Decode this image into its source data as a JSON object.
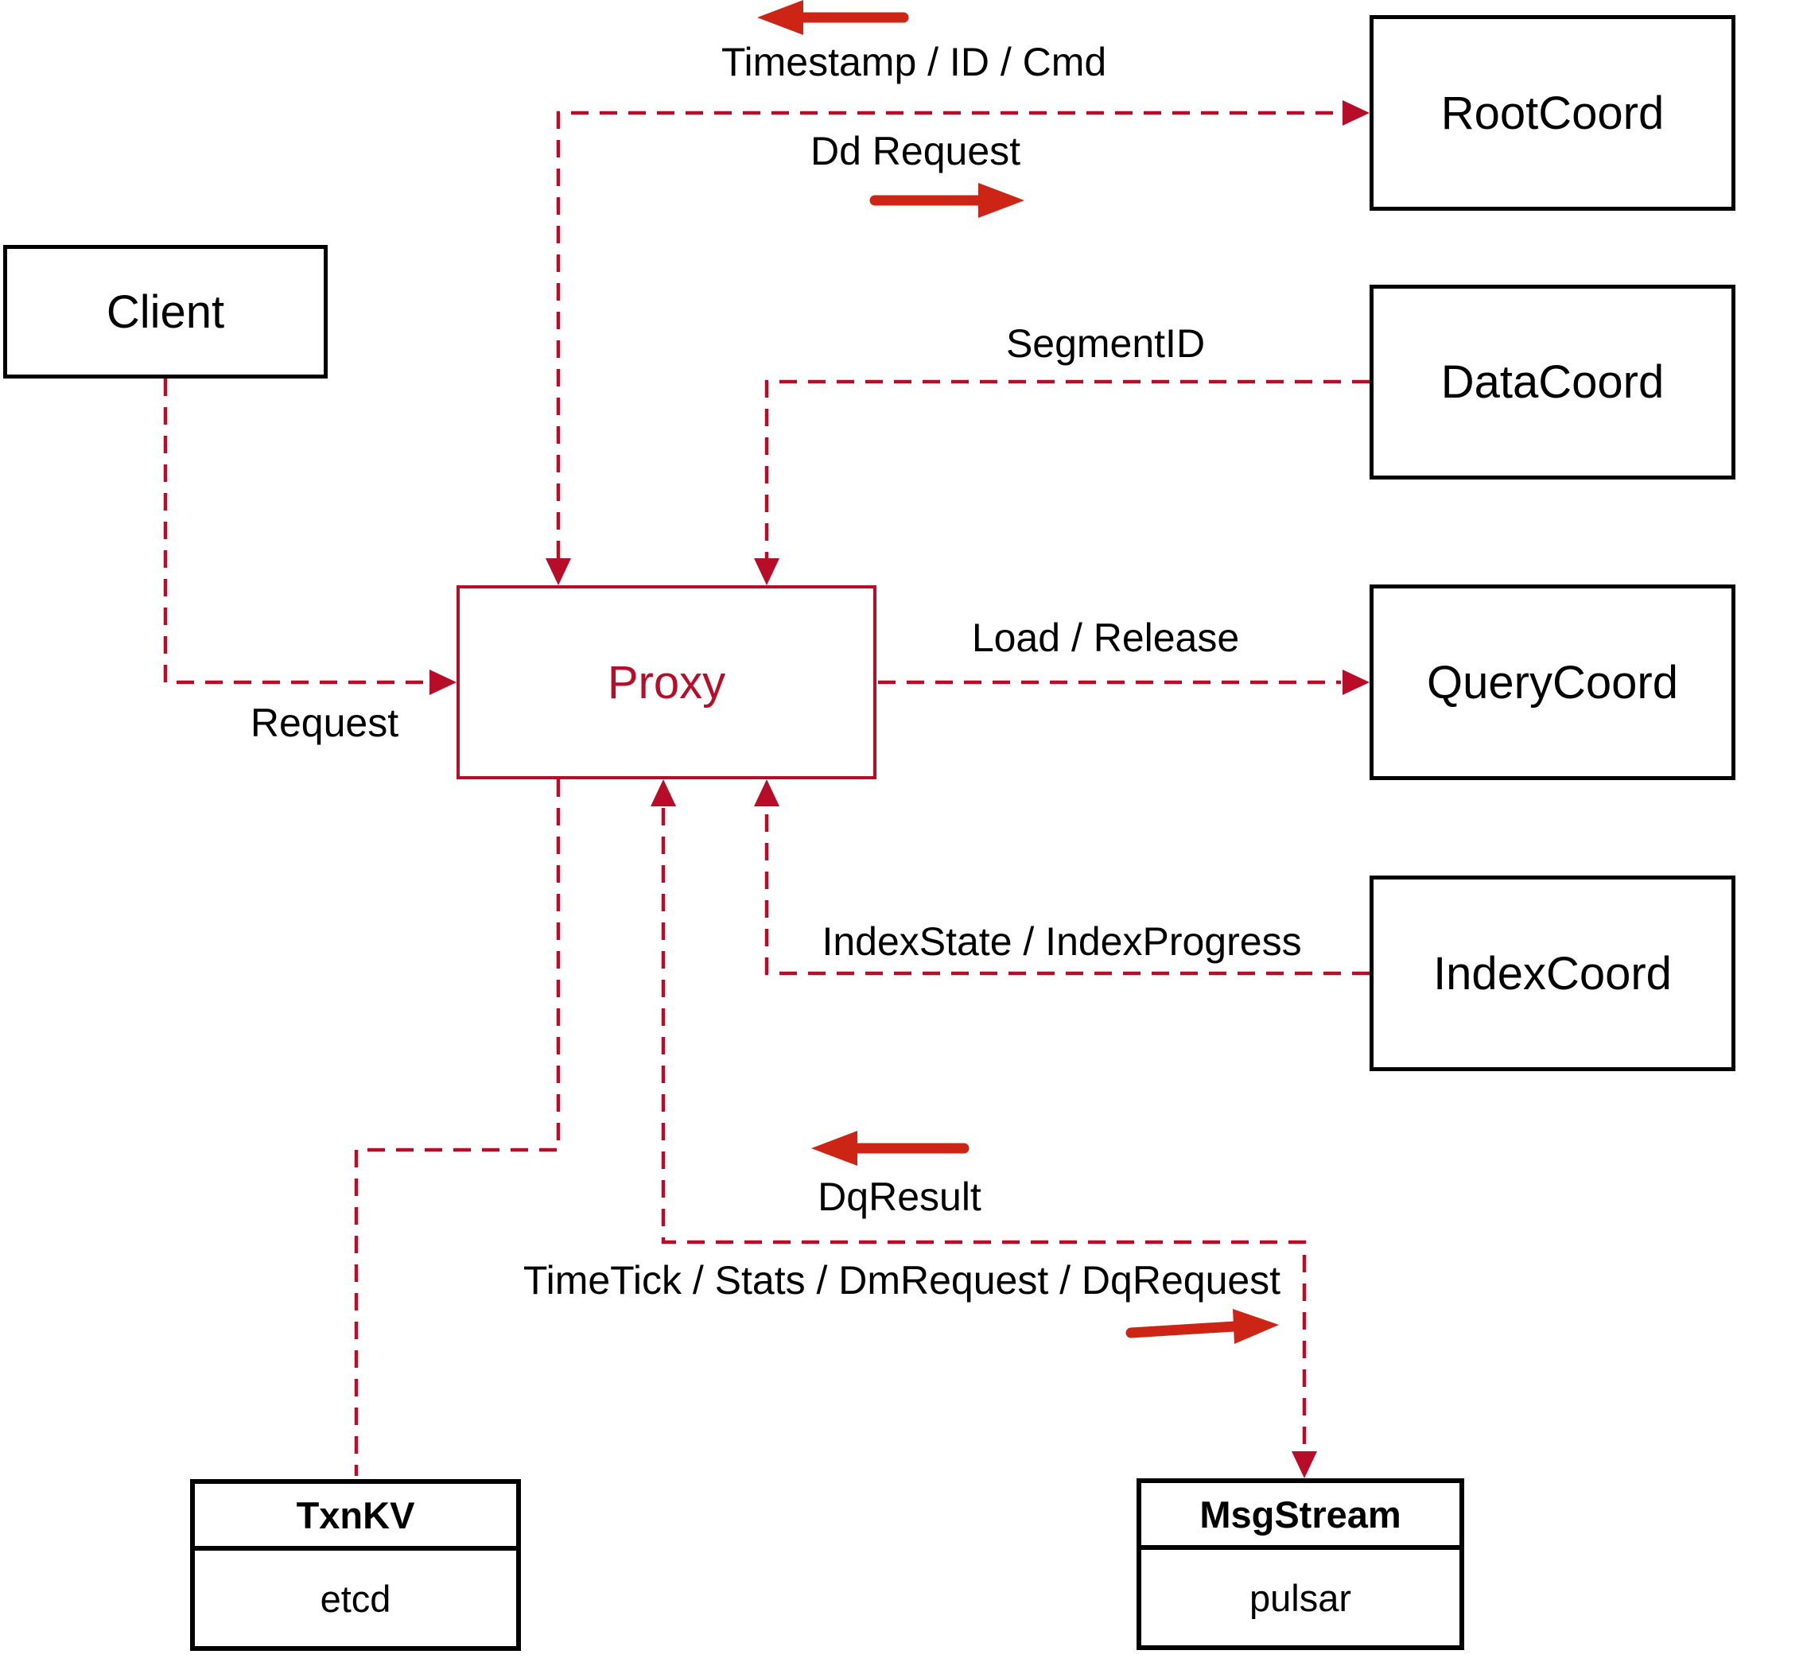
{
  "nodes": {
    "client": {
      "label": "Client"
    },
    "proxy": {
      "label": "Proxy"
    },
    "root_coord": {
      "label": "RootCoord"
    },
    "data_coord": {
      "label": "DataCoord"
    },
    "query_coord": {
      "label": "QueryCoord"
    },
    "index_coord": {
      "label": "IndexCoord"
    },
    "txn_kv": {
      "title": "TxnKV",
      "impl": "etcd"
    },
    "msg_stream": {
      "title": "MsgStream",
      "impl": "pulsar"
    }
  },
  "edges": {
    "client_to_proxy": {
      "label": "Request"
    },
    "proxy_root_coord": {
      "to_proxy_label": "Timestamp / ID / Cmd",
      "to_root_label": "Dd Request"
    },
    "data_coord_to_proxy": {
      "label": "SegmentID"
    },
    "proxy_to_query_coord": {
      "label": "Load / Release"
    },
    "index_coord_to_proxy": {
      "label": "IndexState / IndexProgress"
    },
    "proxy_msg_stream": {
      "to_proxy_label": "DqResult",
      "to_msg_label": "TimeTick / Stats / DmRequest / DqRequest"
    }
  },
  "colors": {
    "wire": "#b70d28",
    "direction_arrow": "#cc2415",
    "node_border": "#000000",
    "proxy_accent": "#b70d28",
    "text": "#000000",
    "bg": "#ffffff"
  }
}
